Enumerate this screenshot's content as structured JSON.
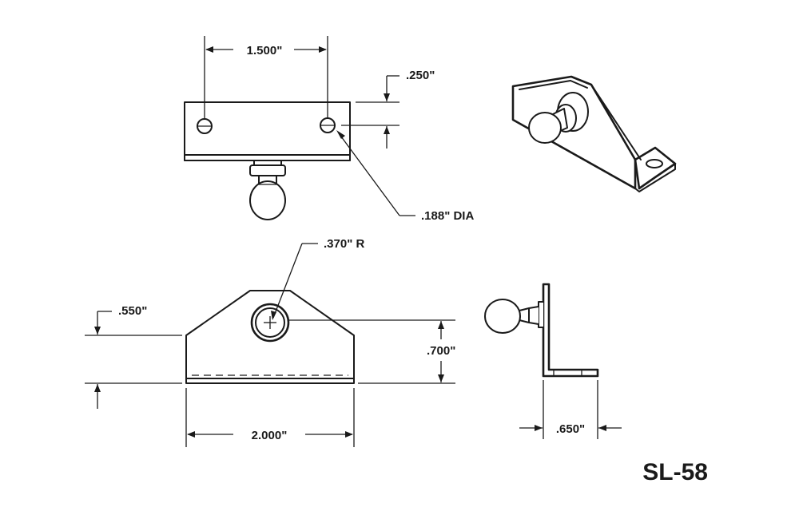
{
  "dimensions": {
    "top_hole_spacing": "1.500\"",
    "top_hole_offset": ".250\"",
    "hole_diameter": ".188\" DIA",
    "boss_radius": ".370\" R",
    "ball_center_height": ".550\"",
    "overall_height": ".700\"",
    "base_width": "2.000\"",
    "flange_depth": ".650\""
  },
  "part_number": "SL-58"
}
